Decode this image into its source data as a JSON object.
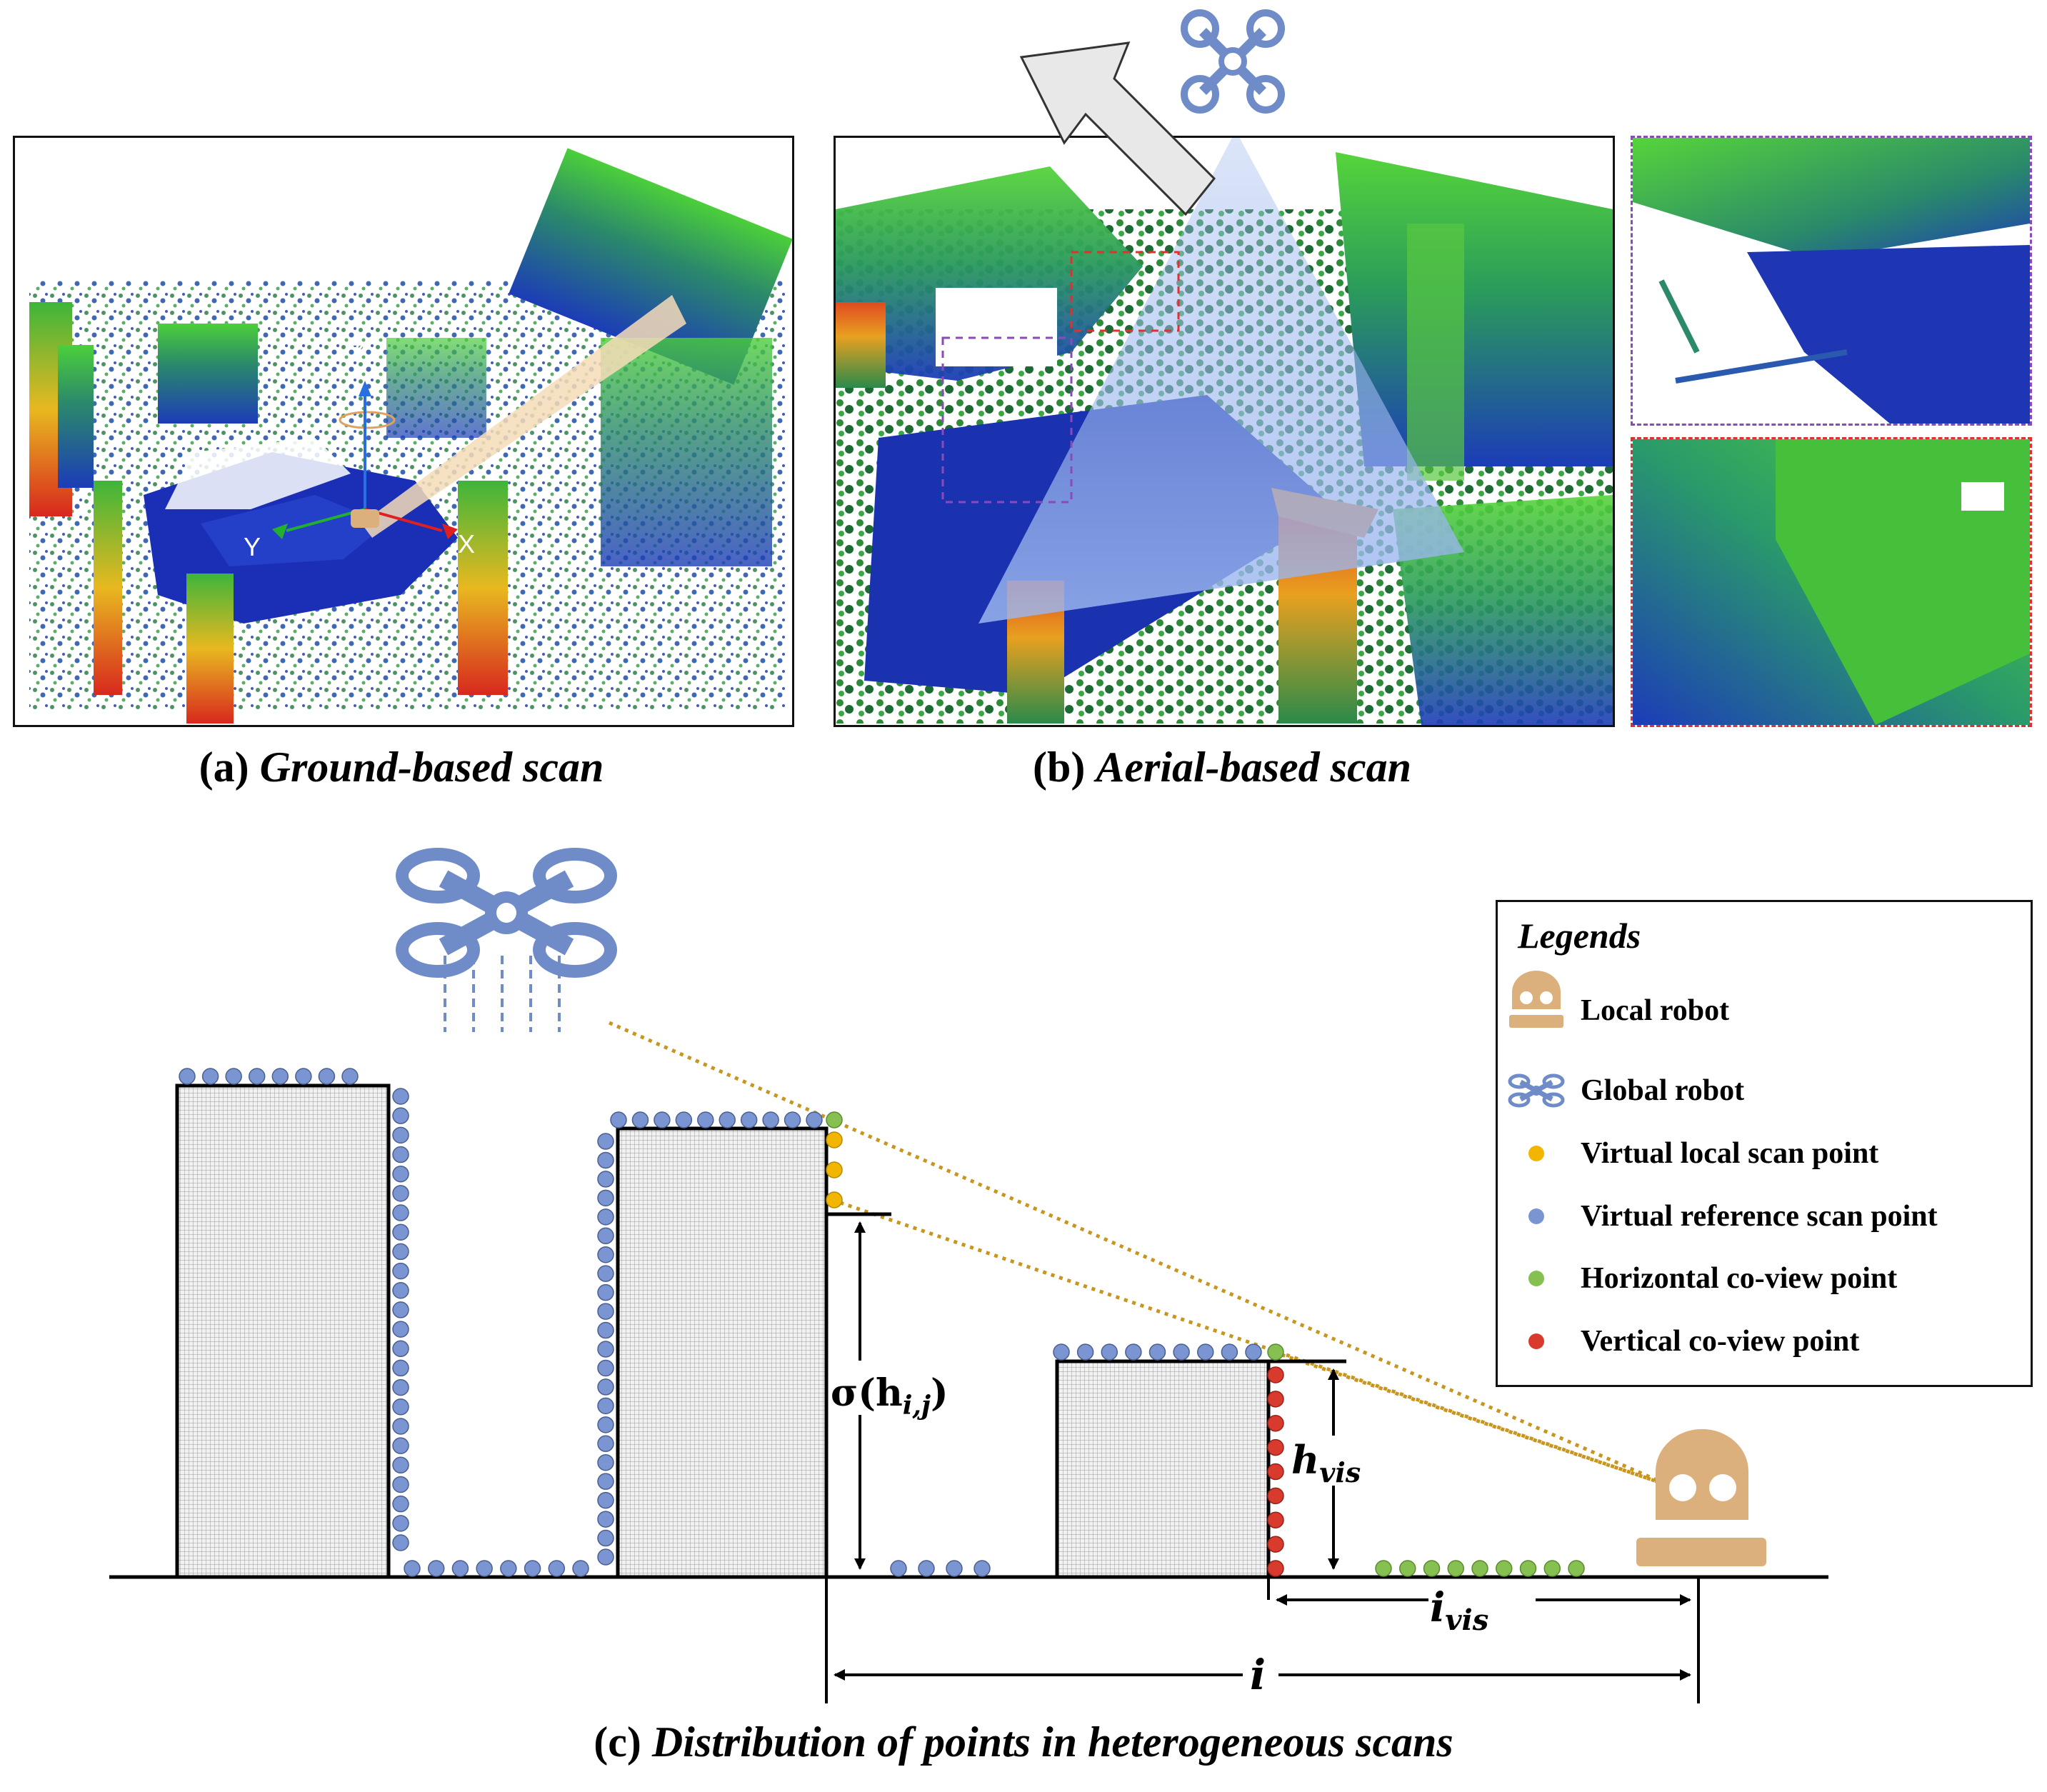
{
  "panel_a": {
    "caption_prefix": "(a)",
    "caption_title": "Ground-based scan",
    "axis_z": "Z",
    "axis_x": "X",
    "axis_y": "Y"
  },
  "panel_b": {
    "caption_prefix": "(b)",
    "caption_title": "Aerial-based scan"
  },
  "panel_c": {
    "caption_prefix": "(c)",
    "caption_title": "Distribution of points in heterogeneous scans",
    "label_sigma": "σ(h",
    "label_sigma_sub": "i,j",
    "label_sigma_close": ")",
    "label_hvis": "h",
    "label_hvis_sub": "vis",
    "label_ivis": "i",
    "label_ivis_sub": "vis",
    "label_i": "i"
  },
  "legend": {
    "title": "Legends",
    "items": [
      {
        "label": "Local robot"
      },
      {
        "label": "Global robot"
      },
      {
        "label": "Virtual local scan point"
      },
      {
        "label": "Virtual reference scan point"
      },
      {
        "label": "Horizontal co-view point"
      },
      {
        "label": "Vertical co-view point"
      }
    ]
  },
  "colors": {
    "reference_point": "#7a95d1",
    "local_point": "#f2b600",
    "horizontal_coview": "#86c050",
    "vertical_coview": "#d83a2e",
    "robot": "#dcb07c",
    "drone": "#6f8cc8",
    "dotted_line": "#c8961e"
  }
}
